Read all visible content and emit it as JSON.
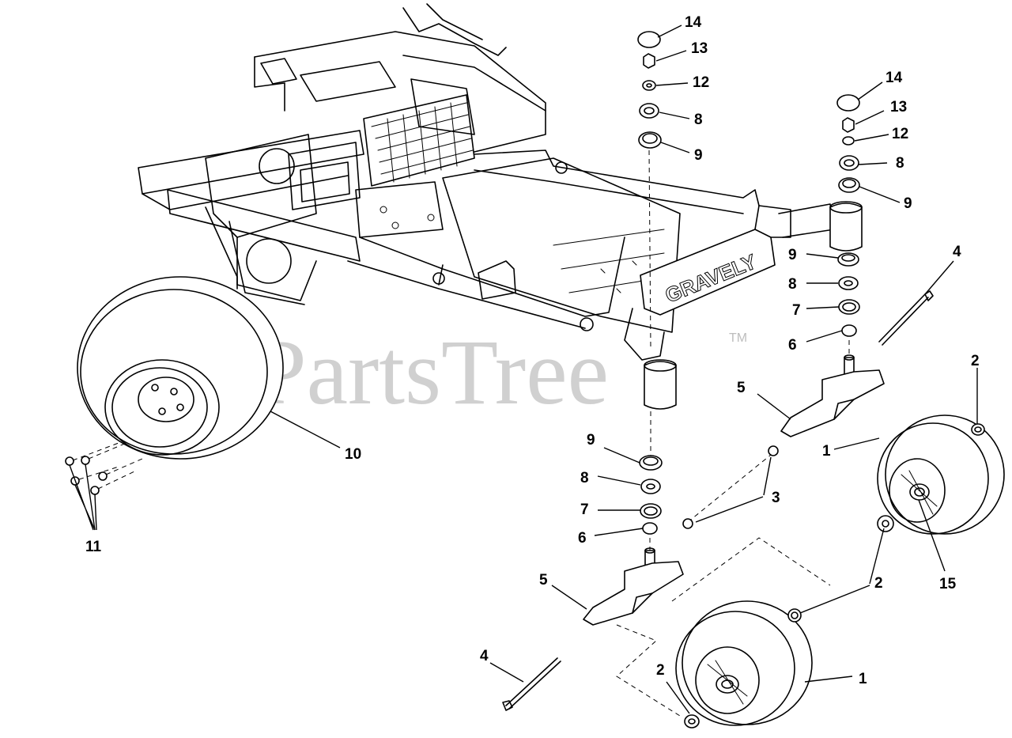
{
  "watermark": {
    "text": "PartsTree",
    "trademark": "TM"
  },
  "frame": {
    "brand_text": "GRAVELY"
  },
  "callouts": {
    "c14a": "14",
    "c13a": "13",
    "c12a": "12",
    "c8a": "8",
    "c9a": "9",
    "c14b": "14",
    "c13b": "13",
    "c12b": "12",
    "c8b": "8",
    "c9b": "9",
    "c9c": "9",
    "c8c": "8",
    "c7c": "7",
    "c6c": "6",
    "c4a": "4",
    "c5a": "5",
    "c2a": "2",
    "c1a": "1",
    "c3": "3",
    "c10": "10",
    "c9d": "9",
    "c8d": "8",
    "c7d": "7",
    "c6d": "6",
    "c11": "11",
    "c5b": "5",
    "c15": "15",
    "c2b": "2",
    "c4b": "4",
    "c2c": "2",
    "c1b": "1"
  },
  "colors": {
    "line": "#000000",
    "watermark": "#bdbdbd",
    "background": "#ffffff"
  }
}
